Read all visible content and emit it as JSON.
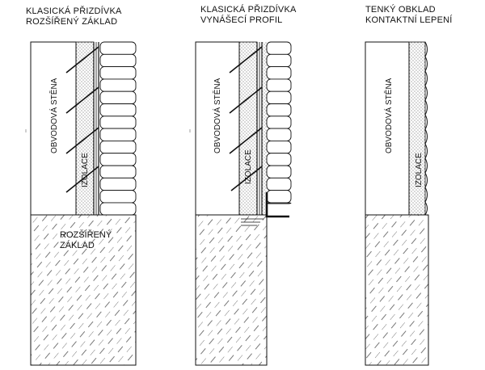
{
  "details": [
    {
      "title_line1": "KLASICKÁ PŘIZDÍVKA",
      "title_line2": "ROZŠÍŘENÝ ZÁKLAD",
      "wall_label": "OBVODOVÁ STĚNA",
      "insulation_label": "IZOLACE",
      "foundation_label_line1": "ROZŠÍŘENÝ",
      "foundation_label_line2": "ZÁKLAD"
    },
    {
      "title_line1": "KLASICKÁ PŘIZDÍVKA",
      "title_line2": "VYNÁŠECÍ PROFIL",
      "wall_label": "OBVODOVÁ STĚNA",
      "insulation_label": "IZOLACE"
    },
    {
      "title_line1": "TENKÝ OBKLAD",
      "title_line2": "KONTAKTNÍ LEPENÍ",
      "wall_label": "OBVODOVÁ STĚNA",
      "insulation_label": "IZOLACE"
    }
  ],
  "colors": {
    "line": "#111111",
    "hatch": "#555555",
    "dots": "#444444",
    "background": "#ffffff"
  }
}
